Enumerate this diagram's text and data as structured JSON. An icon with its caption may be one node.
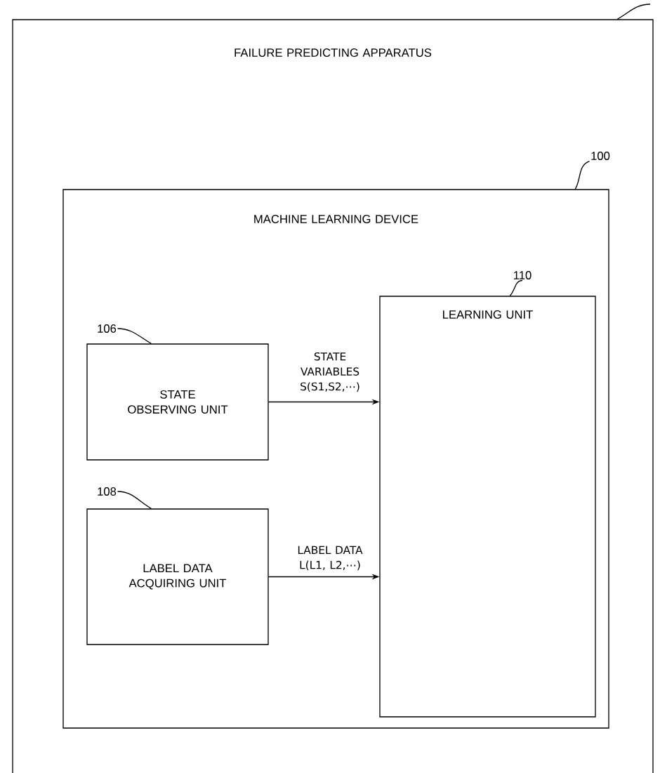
{
  "diagram": {
    "nodes": [
      {
        "text": [
          "FAILURE PREDICTING APPARATUS"
        ]
      },
      {
        "text": [
          "MACHINE LEARNING DEVICE"
        ],
        "in": 0
      },
      {
        "text": [
          "100"
        ],
        "in": 0
      },
      {
        "text": [
          "STATE OBSERVING UNIT"
        ],
        "in": 1
      },
      {
        "text": [
          "106"
        ],
        "in": 1
      },
      {
        "text": [
          "LABEL DATA ACQUIRING UNIT"
        ],
        "in": 1
      },
      {
        "text": [
          "108"
        ],
        "in": 1
      },
      {
        "text": [
          "LEARNING UNIT"
        ],
        "in": 1
      },
      {
        "text": [
          "110"
        ],
        "in": 1
      }
    ],
    "edges": [
      {
        "from": 3,
        "to": 7,
        "arrow": "to",
        "label": "STATE VARIABLES S(S1,S2,⋯)"
      },
      {
        "from": 5,
        "to": 7,
        "arrow": "to",
        "label": "LABEL DATA L(L1, L2,⋯)"
      },
      {
        "from": 2,
        "to": 1,
        "arrow": "none"
      },
      {
        "from": 4,
        "to": 3,
        "arrow": "none"
      },
      {
        "from": 6,
        "to": 5,
        "arrow": "none"
      },
      {
        "from": 8,
        "to": 7,
        "arrow": "none"
      },
      {
        "from": null,
        "to": 0,
        "arrow": "none"
      }
    ]
  }
}
